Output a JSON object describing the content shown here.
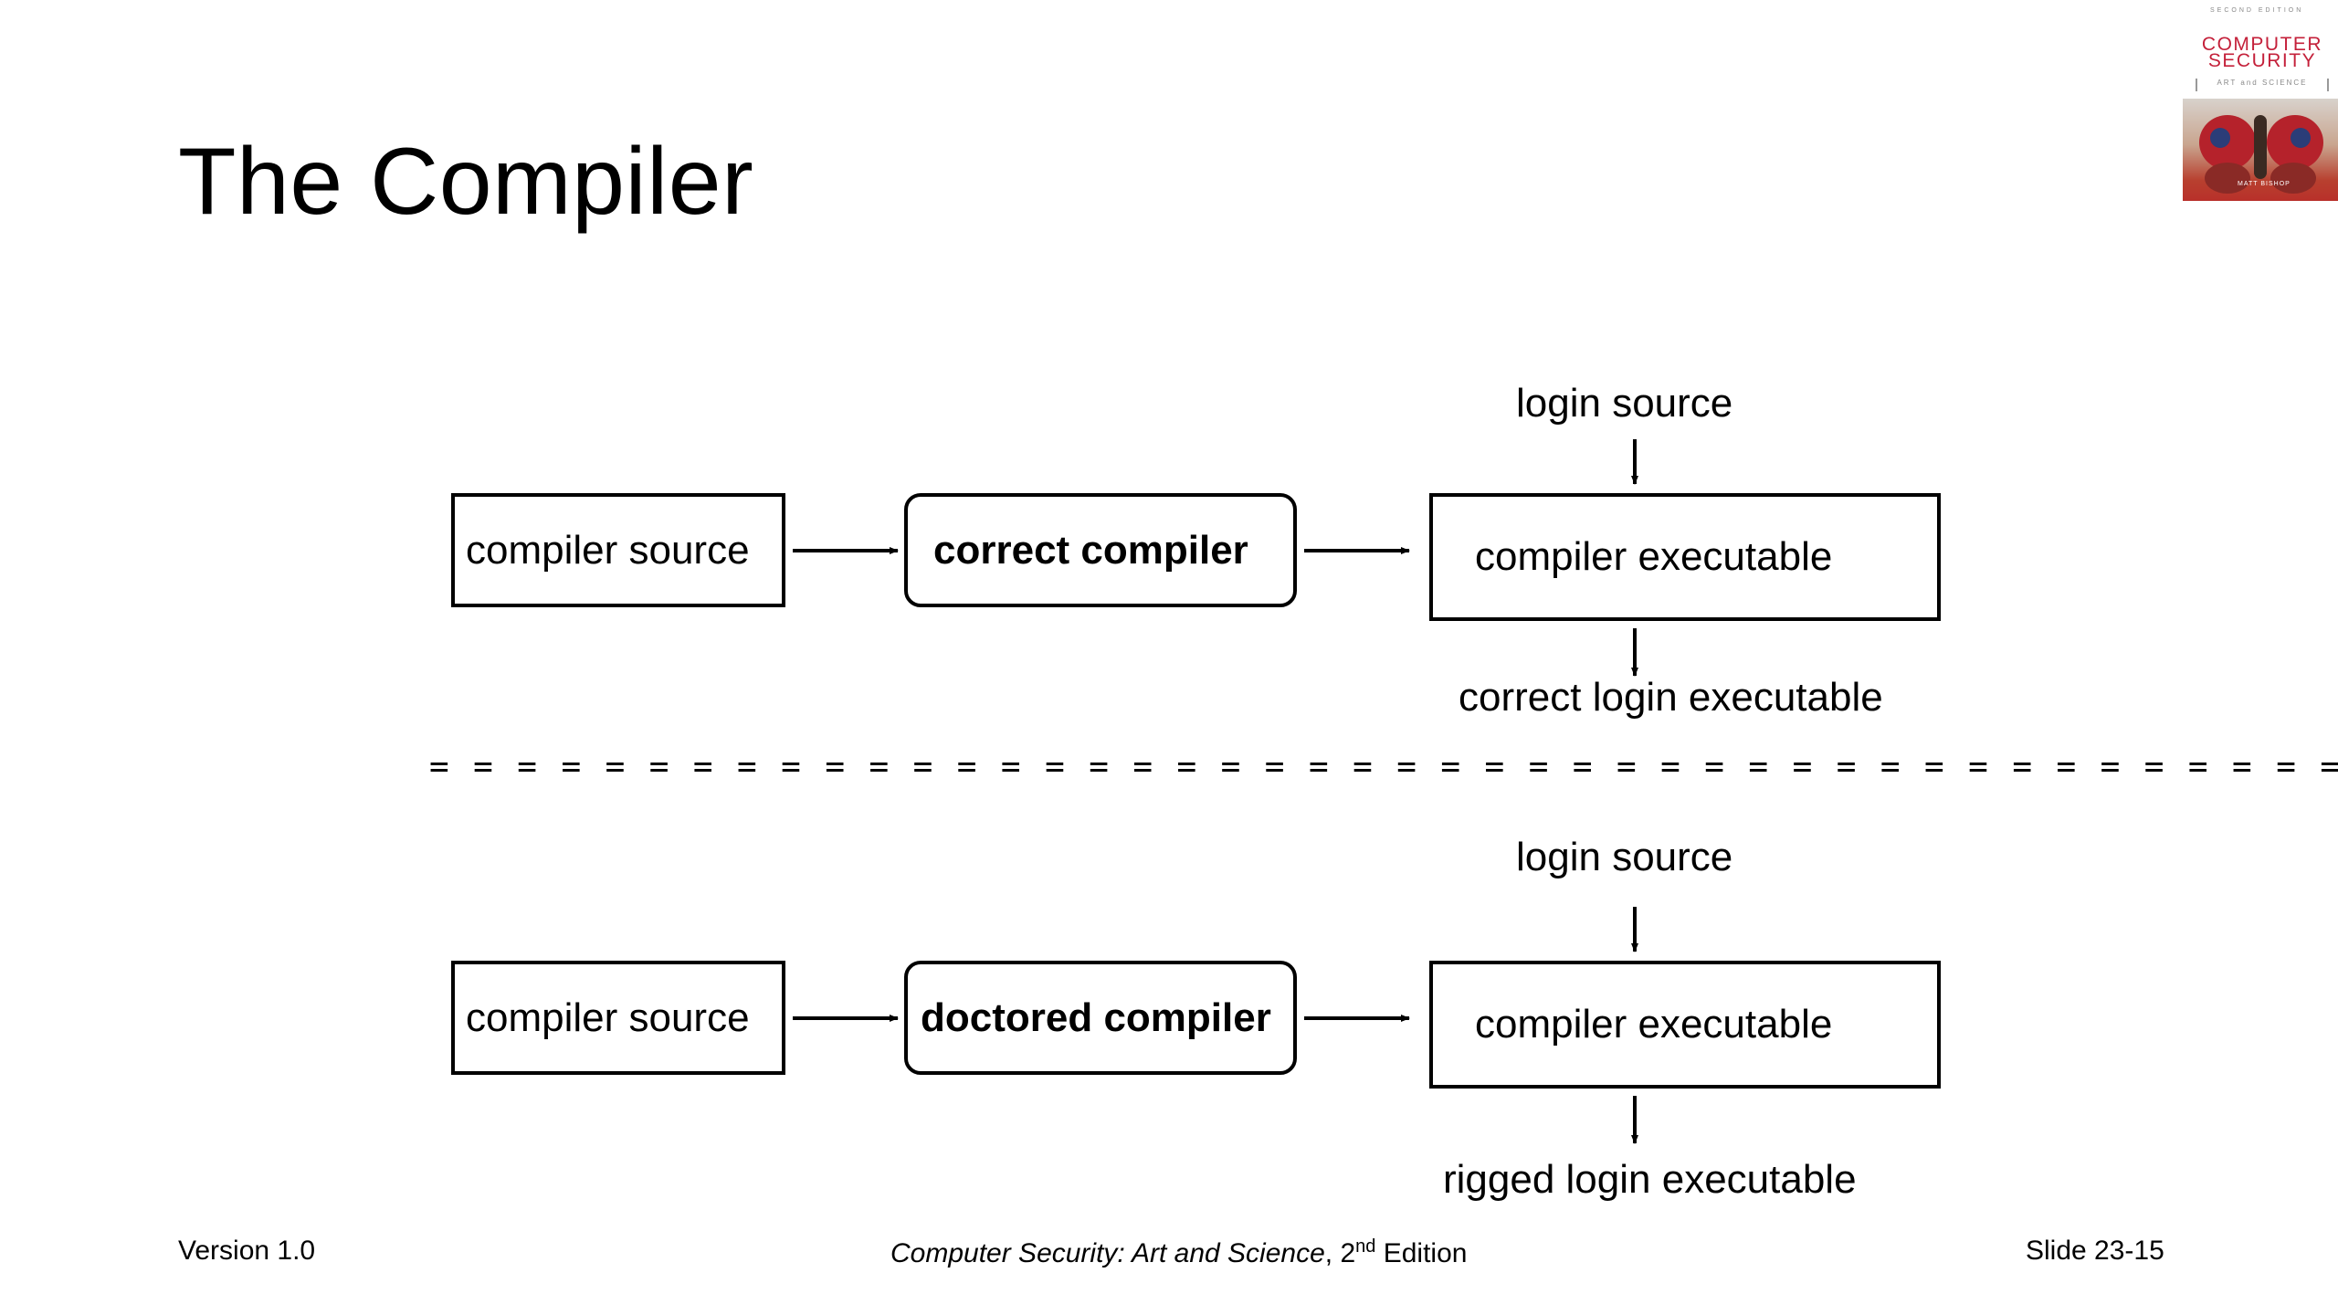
{
  "slide": {
    "title": "The Compiler"
  },
  "diagram_top": {
    "source_box": "compiler source",
    "compiler_box": "correct compiler",
    "executable_box": "compiler executable",
    "input_label": "login source",
    "output_label": "correct login executable"
  },
  "separator": {
    "text": "= = = = = = = = = = = = = = = = = = = = = = = = = = = = = = = = = = = = = = = = = = = = ="
  },
  "diagram_bottom": {
    "source_box": "compiler source",
    "compiler_box": "doctored compiler",
    "executable_box": "compiler executable",
    "input_label": "login source",
    "output_label": "rigged login executable"
  },
  "footer": {
    "version": "Version 1.0",
    "book_title": "Computer Security: Art and Science",
    "edition_prefix": ", 2",
    "edition_sup": "nd",
    "edition_suffix": " Edition",
    "slide_number": "Slide 23-15"
  },
  "book_cover": {
    "edition_text": "SECOND EDITION",
    "title_line1": "COMPUTER",
    "title_line2": "SECURITY",
    "subtitle": "ART and SCIENCE",
    "author": "MATT BISHOP"
  },
  "colors": {
    "cover_red": "#c4203a"
  }
}
